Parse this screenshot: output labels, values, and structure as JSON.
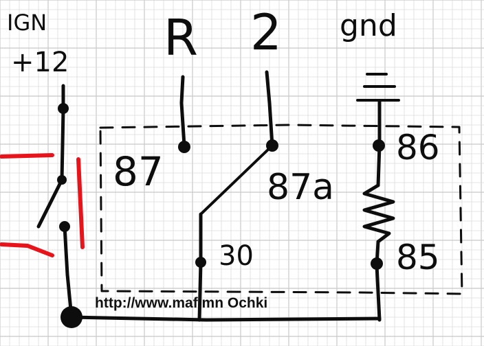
{
  "colors": {
    "ink": "#0d0d0d",
    "grid_minor": "#dcdcdc",
    "grid_major": "#c8c8c8",
    "switch_marker": "#e8141c",
    "background": "#ffffff"
  },
  "labels": {
    "ign": "IGN",
    "plus12": "+12",
    "r": "R",
    "two": "2",
    "gnd": "gnd",
    "pin87": "87",
    "pin87a": "87a",
    "pin30": "30",
    "pin86": "86",
    "pin85": "85"
  },
  "watermark": "http://www.maf.mn Ochki",
  "icons": {
    "ground": "ground-symbol-icon",
    "coil": "coil-zigzag-icon",
    "switch": "toggle-switch-icon"
  }
}
